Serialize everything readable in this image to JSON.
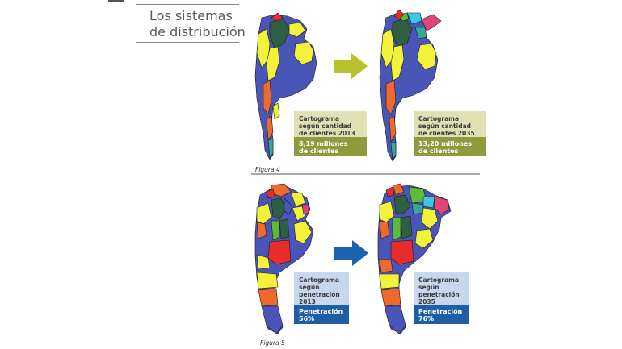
{
  "header": {
    "title_line1": "Los sistemas",
    "title_line2": "de distribución"
  },
  "figure4": {
    "label": "Figura 4",
    "left_card": {
      "caption_lines": [
        "Cartograma",
        "según cantidad",
        "de clientes 2013"
      ],
      "value_lines": [
        "8,19 millones",
        "de clientes"
      ]
    },
    "right_card": {
      "caption_lines": [
        "Cartograma",
        "según cantidad",
        "de clientes 2035"
      ],
      "value_lines": [
        "13,20 millones",
        "de clientes"
      ]
    },
    "colors": {
      "caption_bg": "#dfe0b3",
      "value_bg": "#8f9a3c",
      "arrow": "#b7c12a"
    }
  },
  "figure5": {
    "label": "Figura 5",
    "left_card": {
      "caption_lines": [
        "Cartograma",
        "según",
        "penetración",
        "2013"
      ],
      "value_lines": [
        "Penetración",
        "56%"
      ]
    },
    "right_card": {
      "caption_lines": [
        "Cartograma",
        "según",
        "penetración",
        "2035"
      ],
      "value_lines": [
        "Penetración",
        "76%"
      ]
    },
    "colors": {
      "caption_bg": "#c6d7ee",
      "value_bg": "#1f5ea6",
      "arrow": "#1b62b0"
    }
  },
  "map_colors": {
    "blue": "#4a55b8",
    "yellow": "#f2f23b",
    "dark_green": "#2f5f43",
    "green": "#5dbb3b",
    "orange": "#ee6a2c",
    "red": "#e62d2c",
    "cyan": "#39c9e4",
    "pink": "#e0457a",
    "teal": "#3aa69b",
    "outline": "#1a1a1a"
  },
  "icons": [
    "right-arrow-icon",
    "right-arrow-icon"
  ]
}
